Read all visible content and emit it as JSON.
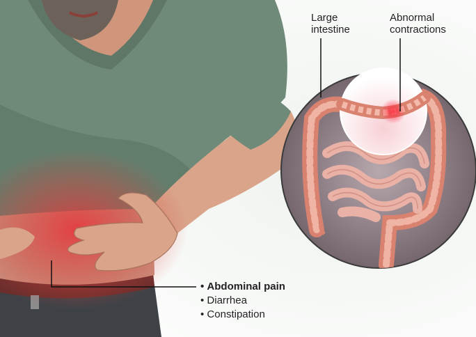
{
  "labels": {
    "large_intestine": "Large\nintestine",
    "abnormal_contractions": "Abnormal\ncontractions"
  },
  "symptoms": [
    {
      "text": "Abdominal pain",
      "emphasis": true
    },
    {
      "text": "Diarrhea",
      "emphasis": false
    },
    {
      "text": "Constipation",
      "emphasis": false
    }
  ],
  "colors": {
    "shirt": "#6f8a78",
    "skin": "#d9a48a",
    "pain_glow": "#e23a3a",
    "intestine": "#e8a396",
    "inset_bg": "#8e7f86"
  }
}
